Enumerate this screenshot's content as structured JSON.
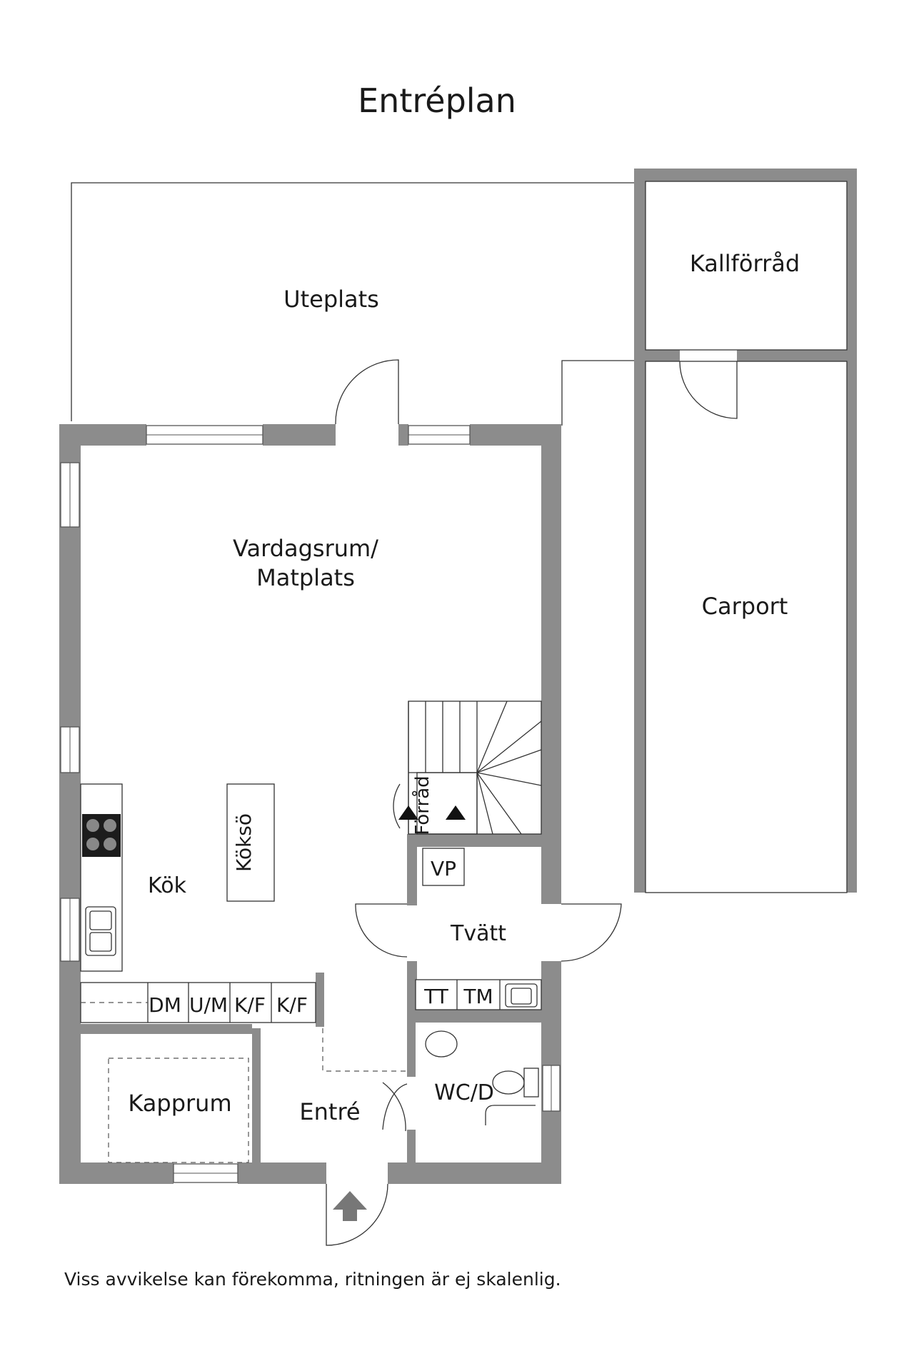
{
  "title": "Entréplan",
  "footnote": "Viss avvikelse kan förekomma, ritningen är ej skalenlig.",
  "rooms": {
    "uteplats": "Uteplats",
    "kallforrad": "Kallförråd",
    "vardagsrum_line1": "Vardagsrum/",
    "vardagsrum_line2": "Matplats",
    "carport": "Carport",
    "forrad": "Förråd",
    "koks": "Köksö",
    "kok": "Kök",
    "vp": "VP",
    "tvatt": "Tvätt",
    "tt": "TT",
    "tm": "TM",
    "dm": "DM",
    "um": "U/M",
    "kf1": "K/F",
    "kf2": "K/F",
    "kapprum": "Kapprum",
    "entre": "Entré",
    "wcd": "WC/D"
  },
  "colors": {
    "wall": "#8c8c8c",
    "line": "#333333",
    "background": "#ffffff"
  }
}
